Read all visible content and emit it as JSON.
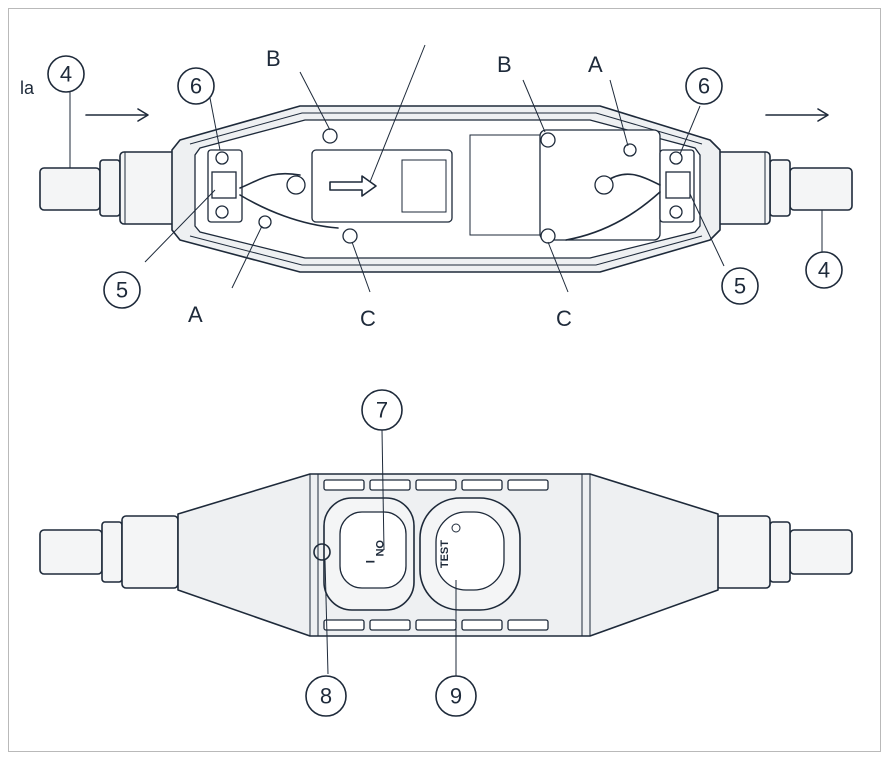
{
  "diagram": {
    "top_view": {
      "letters": {
        "b_left": "B",
        "b_right": "B",
        "a_right_top": "A",
        "a_left_bottom": "A",
        "c_left": "C",
        "c_right": "C",
        "la_mark": "la"
      },
      "callouts": {
        "four_left": "4",
        "four_right": "4",
        "six_left": "6",
        "six_right": "6",
        "five_left": "5",
        "five_right": "5"
      }
    },
    "bottom_view": {
      "callouts": {
        "seven": "7",
        "eight": "8",
        "nine": "9"
      },
      "buttons": {
        "on_label": "ON",
        "on_symbol": "I",
        "test_label": "TEST"
      }
    }
  }
}
